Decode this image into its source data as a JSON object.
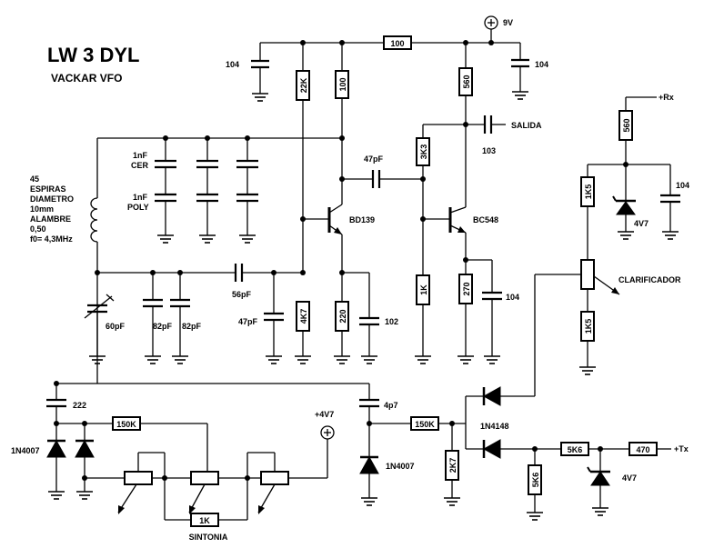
{
  "title": "LW 3 DYL",
  "subtitle": "VACKAR VFO",
  "supply": {
    "v9": "9V",
    "v47": "+4V7",
    "rx": "+Rx",
    "tx": "+Tx"
  },
  "coil_note": [
    "45",
    "ESPIRAS",
    "DIAMETRO",
    "10mm",
    "ALAMBRE",
    "0,50",
    "f0= 4,3MHz"
  ],
  "resistors": {
    "r100_top": "100",
    "r22k": "22K",
    "r100_col": "100",
    "r560_top": "560",
    "r3k3": "3K3",
    "r1k_emit": "1K",
    "r270": "270",
    "r4k7": "4K7",
    "r220": "220",
    "r560_rx": "560",
    "r1k5_a": "1K5",
    "r1k5_b": "1K5",
    "r150k_a": "150K",
    "r150k_b": "150K",
    "r1k_tune": "1K",
    "r2k7": "2K7",
    "r5k6_a": "5K6",
    "r5k6_b": "5K6",
    "r470": "470"
  },
  "capacitors": {
    "c104_left": "104",
    "c104_right": "104",
    "c1nf_cer": "1nF",
    "cer": "CER",
    "c1nf_poly": "1nF",
    "poly": "POLY",
    "c47pf_top": "47pF",
    "c103": "103",
    "c60pf": "60pF",
    "c82pf_a": "82pF",
    "c82pf_b": "82pF",
    "c56pf": "56pF",
    "c47pf_bot": "47pF",
    "c102": "102",
    "c104_e2": "104",
    "c104_rx": "104",
    "c222": "222",
    "c4p7": "4p7"
  },
  "semis": {
    "q1": "BD139",
    "q2": "BC548",
    "d_1n4007_a": "1N4007",
    "d_1n4007_b": "1N4007",
    "d_1n4148": "1N4148",
    "z_rx": "4V7",
    "z_tx": "4V7"
  },
  "labels": {
    "salida": "SALIDA",
    "clarificador": "CLARIFICADOR",
    "sintonia": "SINTONIA"
  }
}
